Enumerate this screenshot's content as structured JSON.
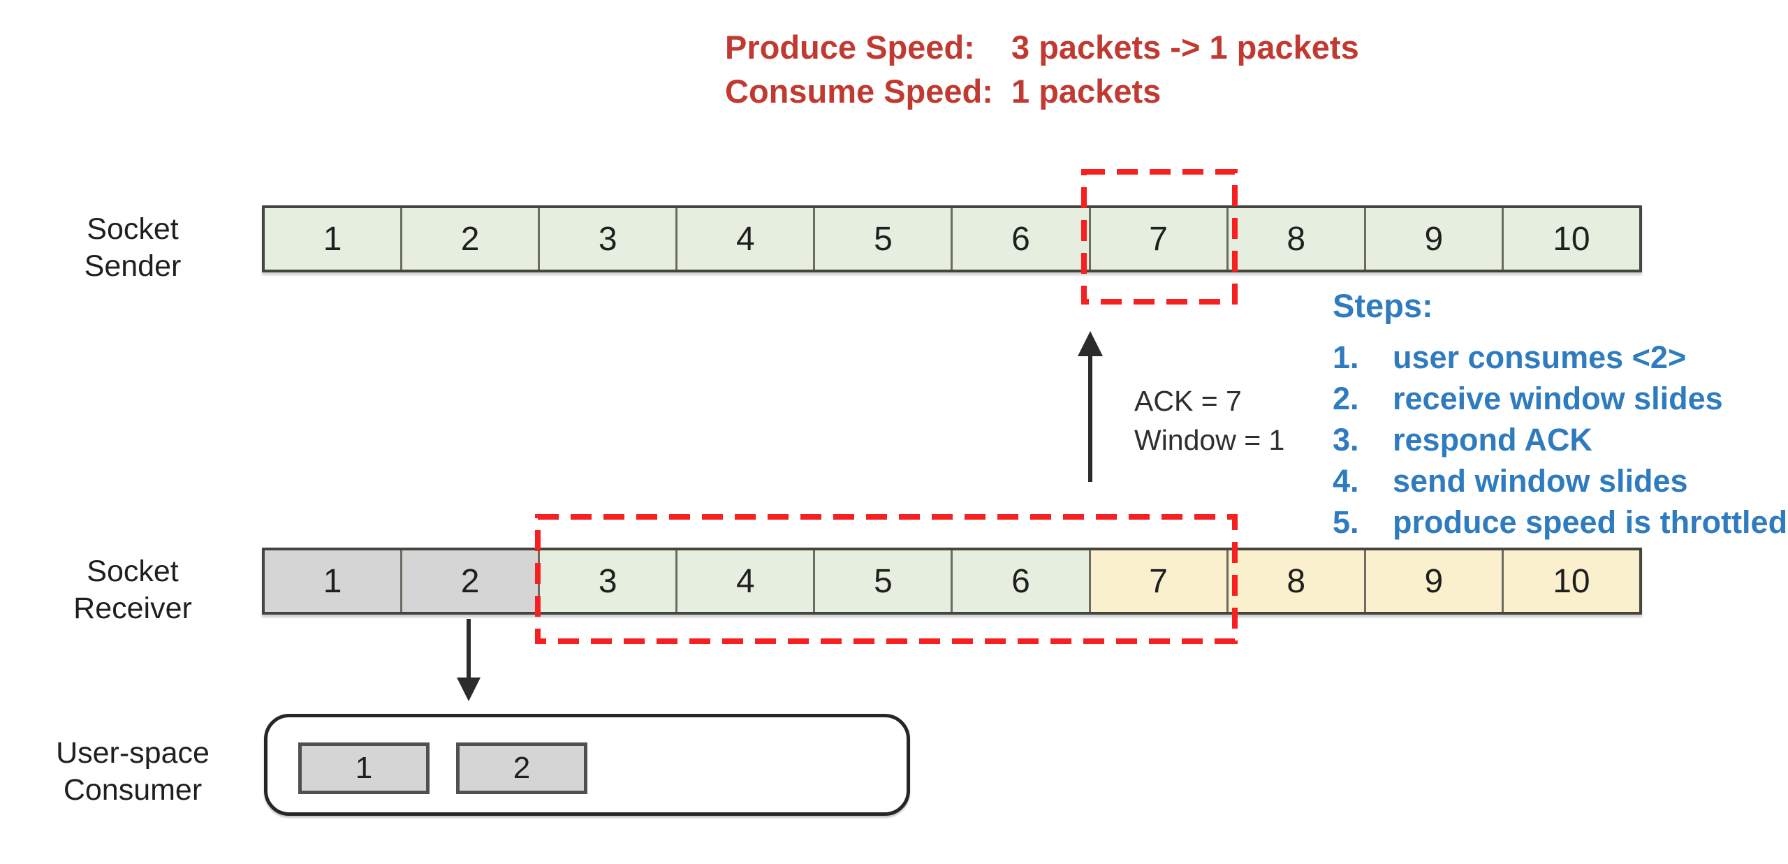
{
  "header": {
    "produce_label": "Produce Speed:",
    "produce_value": "3 packets -> 1 packets",
    "consume_label": "Consume Speed:",
    "consume_value": "1 packets"
  },
  "sender": {
    "label_line1": "Socket",
    "label_line2": "Sender",
    "cells": [
      {
        "num": "1",
        "color": "green"
      },
      {
        "num": "2",
        "color": "green"
      },
      {
        "num": "3",
        "color": "green"
      },
      {
        "num": "4",
        "color": "green"
      },
      {
        "num": "5",
        "color": "green"
      },
      {
        "num": "6",
        "color": "green"
      },
      {
        "num": "7",
        "color": "green"
      },
      {
        "num": "8",
        "color": "green"
      },
      {
        "num": "9",
        "color": "green"
      },
      {
        "num": "10",
        "color": "green"
      }
    ]
  },
  "receiver": {
    "label_line1": "Socket",
    "label_line2": "Receiver",
    "cells": [
      {
        "num": "1",
        "color": "gray"
      },
      {
        "num": "2",
        "color": "gray"
      },
      {
        "num": "3",
        "color": "green"
      },
      {
        "num": "4",
        "color": "green"
      },
      {
        "num": "5",
        "color": "green"
      },
      {
        "num": "6",
        "color": "green"
      },
      {
        "num": "7",
        "color": "yellow"
      },
      {
        "num": "8",
        "color": "yellow"
      },
      {
        "num": "9",
        "color": "yellow"
      },
      {
        "num": "10",
        "color": "yellow"
      }
    ]
  },
  "consumer": {
    "label_line1": "User-space",
    "label_line2": "Consumer",
    "cells": [
      {
        "num": "1",
        "color": "gray"
      },
      {
        "num": "2",
        "color": "gray"
      }
    ]
  },
  "ack": {
    "line1": "ACK = 7",
    "line2": "Window = 1"
  },
  "steps": {
    "title": "Steps:",
    "items": [
      {
        "num": "1.",
        "text": "user consumes <2>"
      },
      {
        "num": "2.",
        "text": "receive window slides"
      },
      {
        "num": "3.",
        "text": "respond ACK"
      },
      {
        "num": "4.",
        "text": "send window slides"
      },
      {
        "num": "5.",
        "text": "produce speed is throttled"
      }
    ]
  },
  "colors": {
    "red_text": "#c13a31",
    "dash_red": "#f5201f",
    "blue_text": "#2e7bbf",
    "green_cell": "#e6efdf",
    "yellow_cell": "#fbf0ce",
    "gray_cell": "#d5d5d5",
    "cell_border": "#6b6b62",
    "row_border": "#454540",
    "ink": "#1f1f1f",
    "arrow_ink": "#2b2b2b"
  }
}
